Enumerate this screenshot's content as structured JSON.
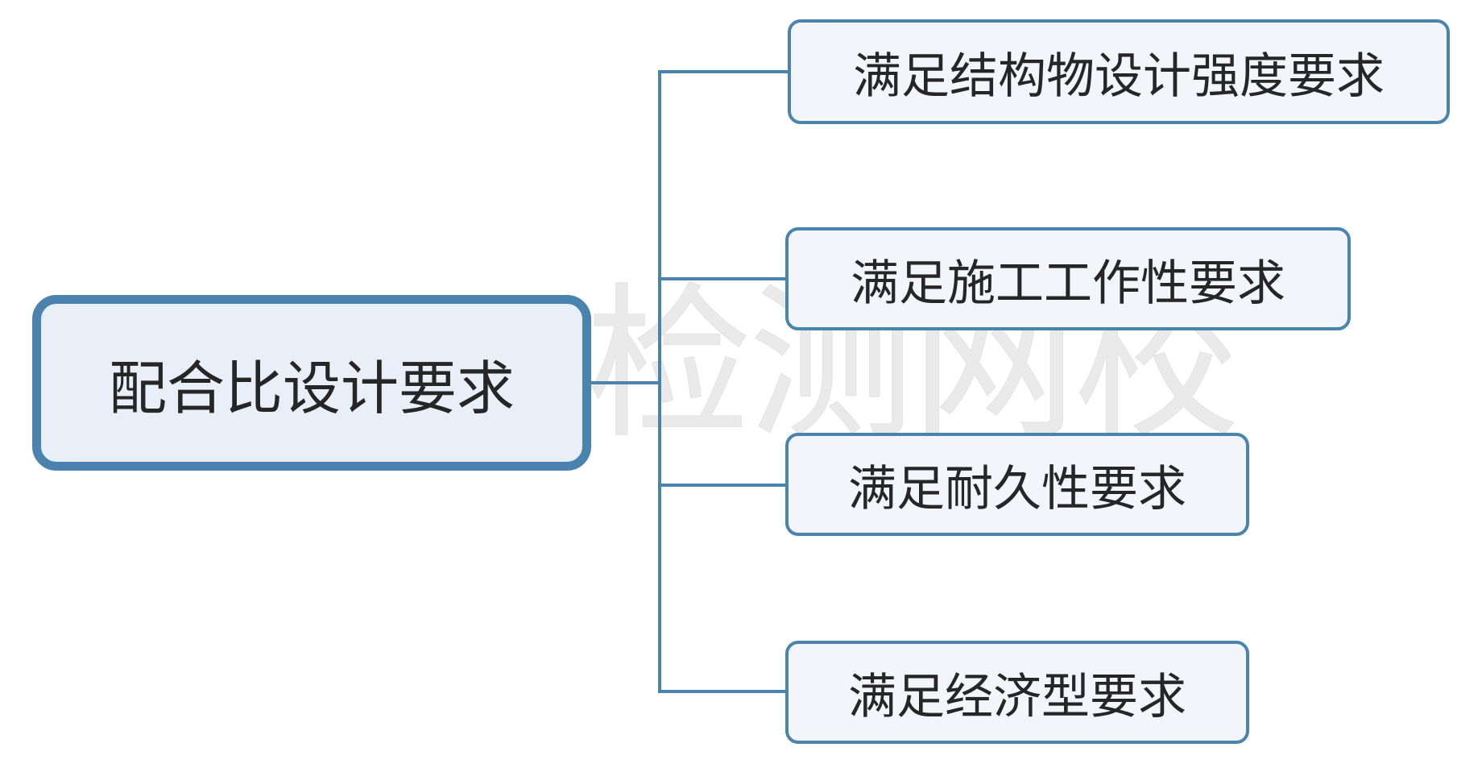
{
  "diagram": {
    "root": {
      "label": "配合比设计要求"
    },
    "branches": [
      {
        "label": "满足结构物设计强度要求"
      },
      {
        "label": "满足施工工作性要求"
      },
      {
        "label": "满足耐久性要求"
      },
      {
        "label": "满足经济型要求"
      }
    ],
    "watermark_text": "检测网校",
    "colors": {
      "line": "#4a84ae",
      "root_fill": "#e9eff8",
      "child_fill": "#f2f6fb",
      "text": "#262626",
      "watermark": "#eaeaea",
      "background": "#ffffff"
    }
  }
}
